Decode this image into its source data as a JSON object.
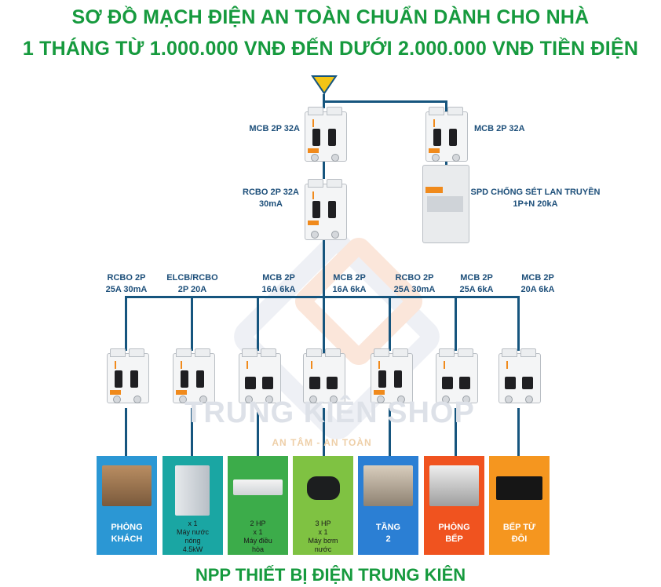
{
  "title": {
    "line1": "SƠ ĐỒ MẠCH ĐIỆN AN TOÀN CHUẨN DÀNH CHO NHÀ",
    "line2": "1 THÁNG TỪ 1.000.000 VNĐ ĐẾN DƯỚI 2.000.000 VNĐ TIỀN ĐIỆN"
  },
  "top": {
    "mcb_main": "MCB 2P 32A",
    "mcb_right": "MCB 2P 32A",
    "rcbo_main_1": "RCBO 2P 32A",
    "rcbo_main_2": "30mA",
    "spd_1": "SPD CHỐNG SÉT LAN TRUYỀN",
    "spd_2": "1P+N 20kA"
  },
  "branches": [
    {
      "l1": "RCBO 2P",
      "l2": "25A 30mA"
    },
    {
      "l1": "ELCB/RCBO",
      "l2": "2P 20A"
    },
    {
      "l1": "MCB 2P",
      "l2": "16A 6kA"
    },
    {
      "l1": "MCB 2P",
      "l2": "16A 6kA"
    },
    {
      "l1": "RCBO 2P",
      "l2": "25A 30mA"
    },
    {
      "l1": "MCB 2P",
      "l2": "25A 6kA"
    },
    {
      "l1": "MCB 2P",
      "l2": "20A 6kA"
    }
  ],
  "loads": [
    {
      "bg": "#2b97d4",
      "text": "PHÒNG KHÁCH"
    },
    {
      "bg": "#1aa6a3",
      "count": "x 1",
      "name": "Máy nước nóng",
      "spec": "4.5kW"
    },
    {
      "bg": "#3cac4a",
      "spec": "2 HP",
      "count": "x 1",
      "name": "Máy điều hòa"
    },
    {
      "bg": "#7fc242",
      "spec": "3 HP",
      "count": "x 1",
      "name": "Máy bơm nước"
    },
    {
      "bg": "#2b7fd4",
      "text": "TẦNG 2"
    },
    {
      "bg": "#f0531f",
      "text": "PHÒNG BẾP"
    },
    {
      "bg": "#f5961f",
      "text": "BẾP TỪ ĐÔI"
    }
  ],
  "watermark": {
    "main": "TRUNG KIÊN SHOP",
    "sub": "AN TÂM - AN TOÀN"
  },
  "footer": "NPP THIẾT BỊ ĐIỆN TRUNG KIÊN",
  "colors": {
    "title_green": "#169a3e",
    "wire": "#16557e",
    "label": "#1d4f7a",
    "accent_orange": "#f08a1c"
  }
}
